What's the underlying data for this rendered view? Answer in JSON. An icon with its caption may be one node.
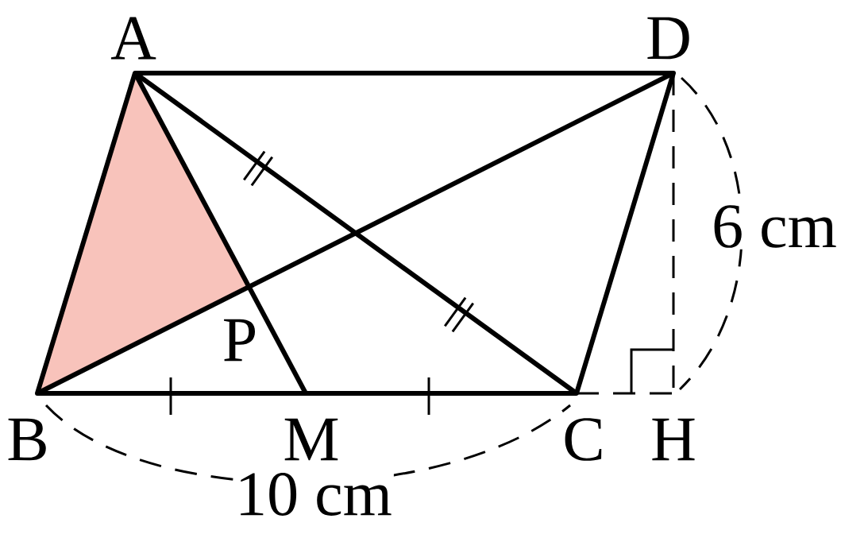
{
  "diagram": {
    "labels": [
      "A",
      "D",
      "6 cm",
      "P",
      "B",
      "M",
      "C",
      "H",
      "10 cm"
    ]
  }
}
